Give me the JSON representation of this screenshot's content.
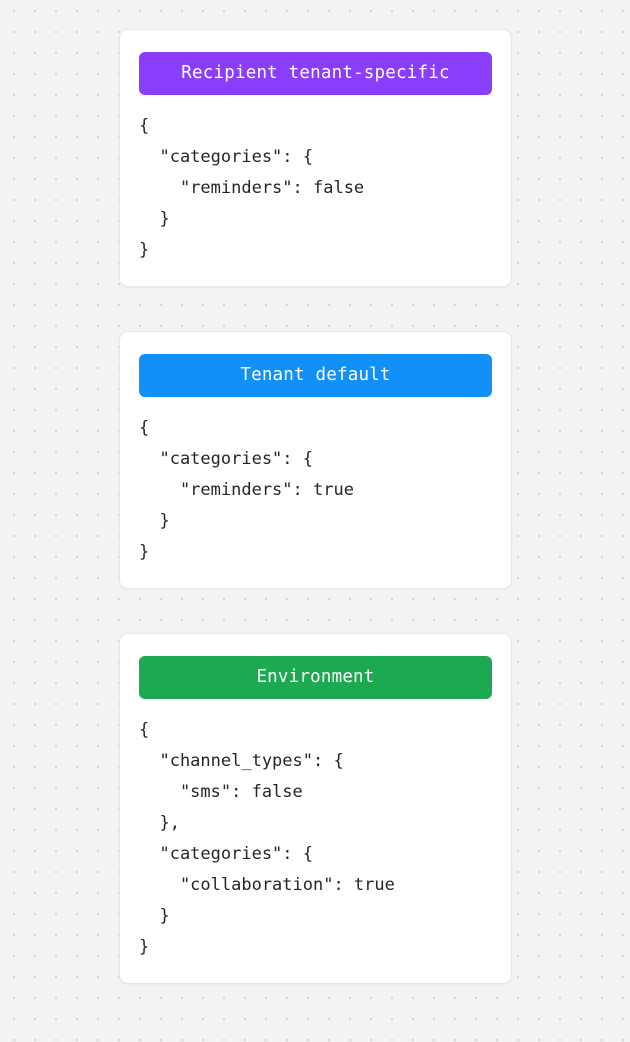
{
  "background": {
    "color": "#f3f3f3",
    "dot_color": "#d2d2d4",
    "pattern": "dot-grid"
  },
  "cards": [
    {
      "badge_label": "Recipient tenant-specific",
      "badge_color": "#8b3dfc",
      "json_text": "{\n  \"categories\": {\n    \"reminders\": false\n  }\n}"
    },
    {
      "badge_label": "Tenant default",
      "badge_color": "#1190fa",
      "json_text": "{\n  \"categories\": {\n    \"reminders\": true\n  }\n}"
    },
    {
      "badge_label": "Environment",
      "badge_color": "#1da951",
      "json_text": "{\n  \"channel_types\": {\n    \"sms\": false\n  },\n  \"categories\": {\n    \"collaboration\": true\n  }\n}"
    }
  ]
}
